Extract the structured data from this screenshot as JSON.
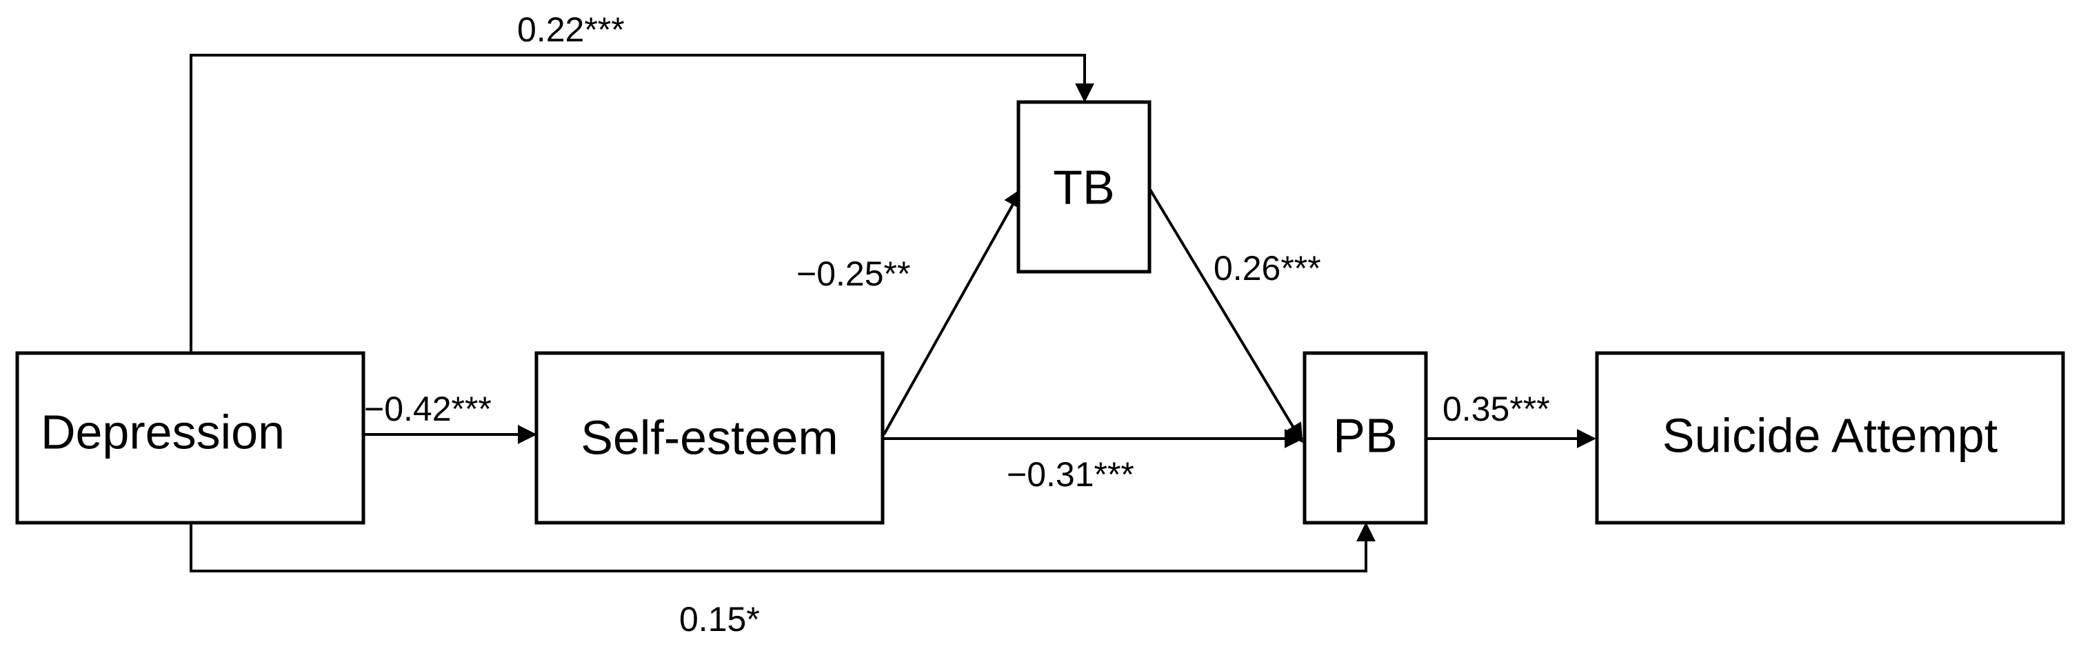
{
  "nodes": {
    "depression": "Depression",
    "self_esteem": "Self-esteem",
    "tb": "TB",
    "pb": "PB",
    "suicide_attempt": "Suicide Attempt"
  },
  "edges": {
    "depression_to_tb": "0.22***",
    "depression_to_self_esteem": "−0.42***",
    "self_esteem_to_tb": "−0.25**",
    "tb_to_pb": "0.26***",
    "self_esteem_to_pb": "−0.31***",
    "pb_to_suicide_attempt": "0.35***",
    "depression_to_pb": "0.15*"
  }
}
